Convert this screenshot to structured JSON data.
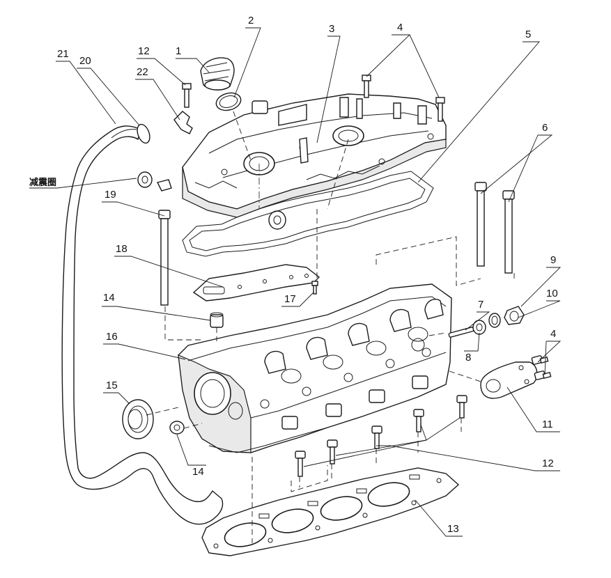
{
  "callouts": {
    "c1": "1",
    "c2": "2",
    "c3": "3",
    "c4a": "4",
    "c4b": "4",
    "c5": "5",
    "c6": "6",
    "c7": "7",
    "c8": "8",
    "c9": "9",
    "c10": "10",
    "c11": "11",
    "c12a": "12",
    "c12b": "12",
    "c13": "13",
    "c14a": "14",
    "c14b": "14",
    "c15": "15",
    "c16": "16",
    "c17": "17",
    "c18": "18",
    "c19": "19",
    "c20": "20",
    "c21": "21",
    "c22": "22"
  },
  "side_label": "减震圈"
}
